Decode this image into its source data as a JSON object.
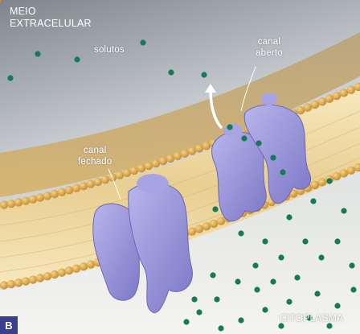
{
  "labels": {
    "extracellular": "MEIO\nEXTRACELULAR",
    "solutes": "solutos",
    "open_channel": "canal\naberto",
    "closed_channel": "canal\nfechado",
    "cytoplasm": "CITOPLASMA",
    "panel_letter": "B"
  },
  "colors": {
    "extracellular_bg_top": "#8a8f96",
    "extracellular_bg_bottom": "#dfe3e6",
    "membrane_head": "#d9a341",
    "membrane_tail": "#f3dfae",
    "channel_protein": "#9b97d8",
    "solute": "#157a55",
    "panel_badge": "#3b3f8e"
  },
  "icons": [
    "solute-dot-icon",
    "arrow-up-icon",
    "channel-protein-icon"
  ]
}
